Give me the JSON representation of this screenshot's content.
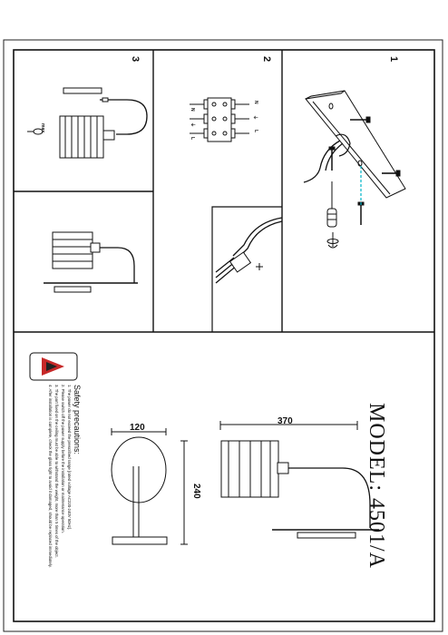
{
  "model": {
    "text": "MODEL: 4501/A"
  },
  "steps": [
    "1",
    "2",
    "3"
  ],
  "dimensions": {
    "width": "370",
    "depth": "120",
    "height": "240"
  },
  "wiring": {
    "labels": [
      "L",
      "N",
      "⏚",
      "L",
      "N",
      "⏚"
    ]
  },
  "bulb": {
    "label": "max"
  },
  "safety": {
    "title": "Safety precautions:",
    "lines": [
      "1. The power do not exceed the prescribed range [rated voltage AC220-240V 50Hz].",
      "2. Please switch off the power supply before the installation or maintenance operation.",
      "3. The part fixed on the ceiling must be able to withstand the weight, more than 5 times of the object.",
      "4. After installation is complete, check the glass tight to avoid it damaged, should be replaced immediately."
    ]
  },
  "colors": {
    "line": "#111111",
    "accent": "#c62828",
    "guide": "#00b3c8"
  }
}
